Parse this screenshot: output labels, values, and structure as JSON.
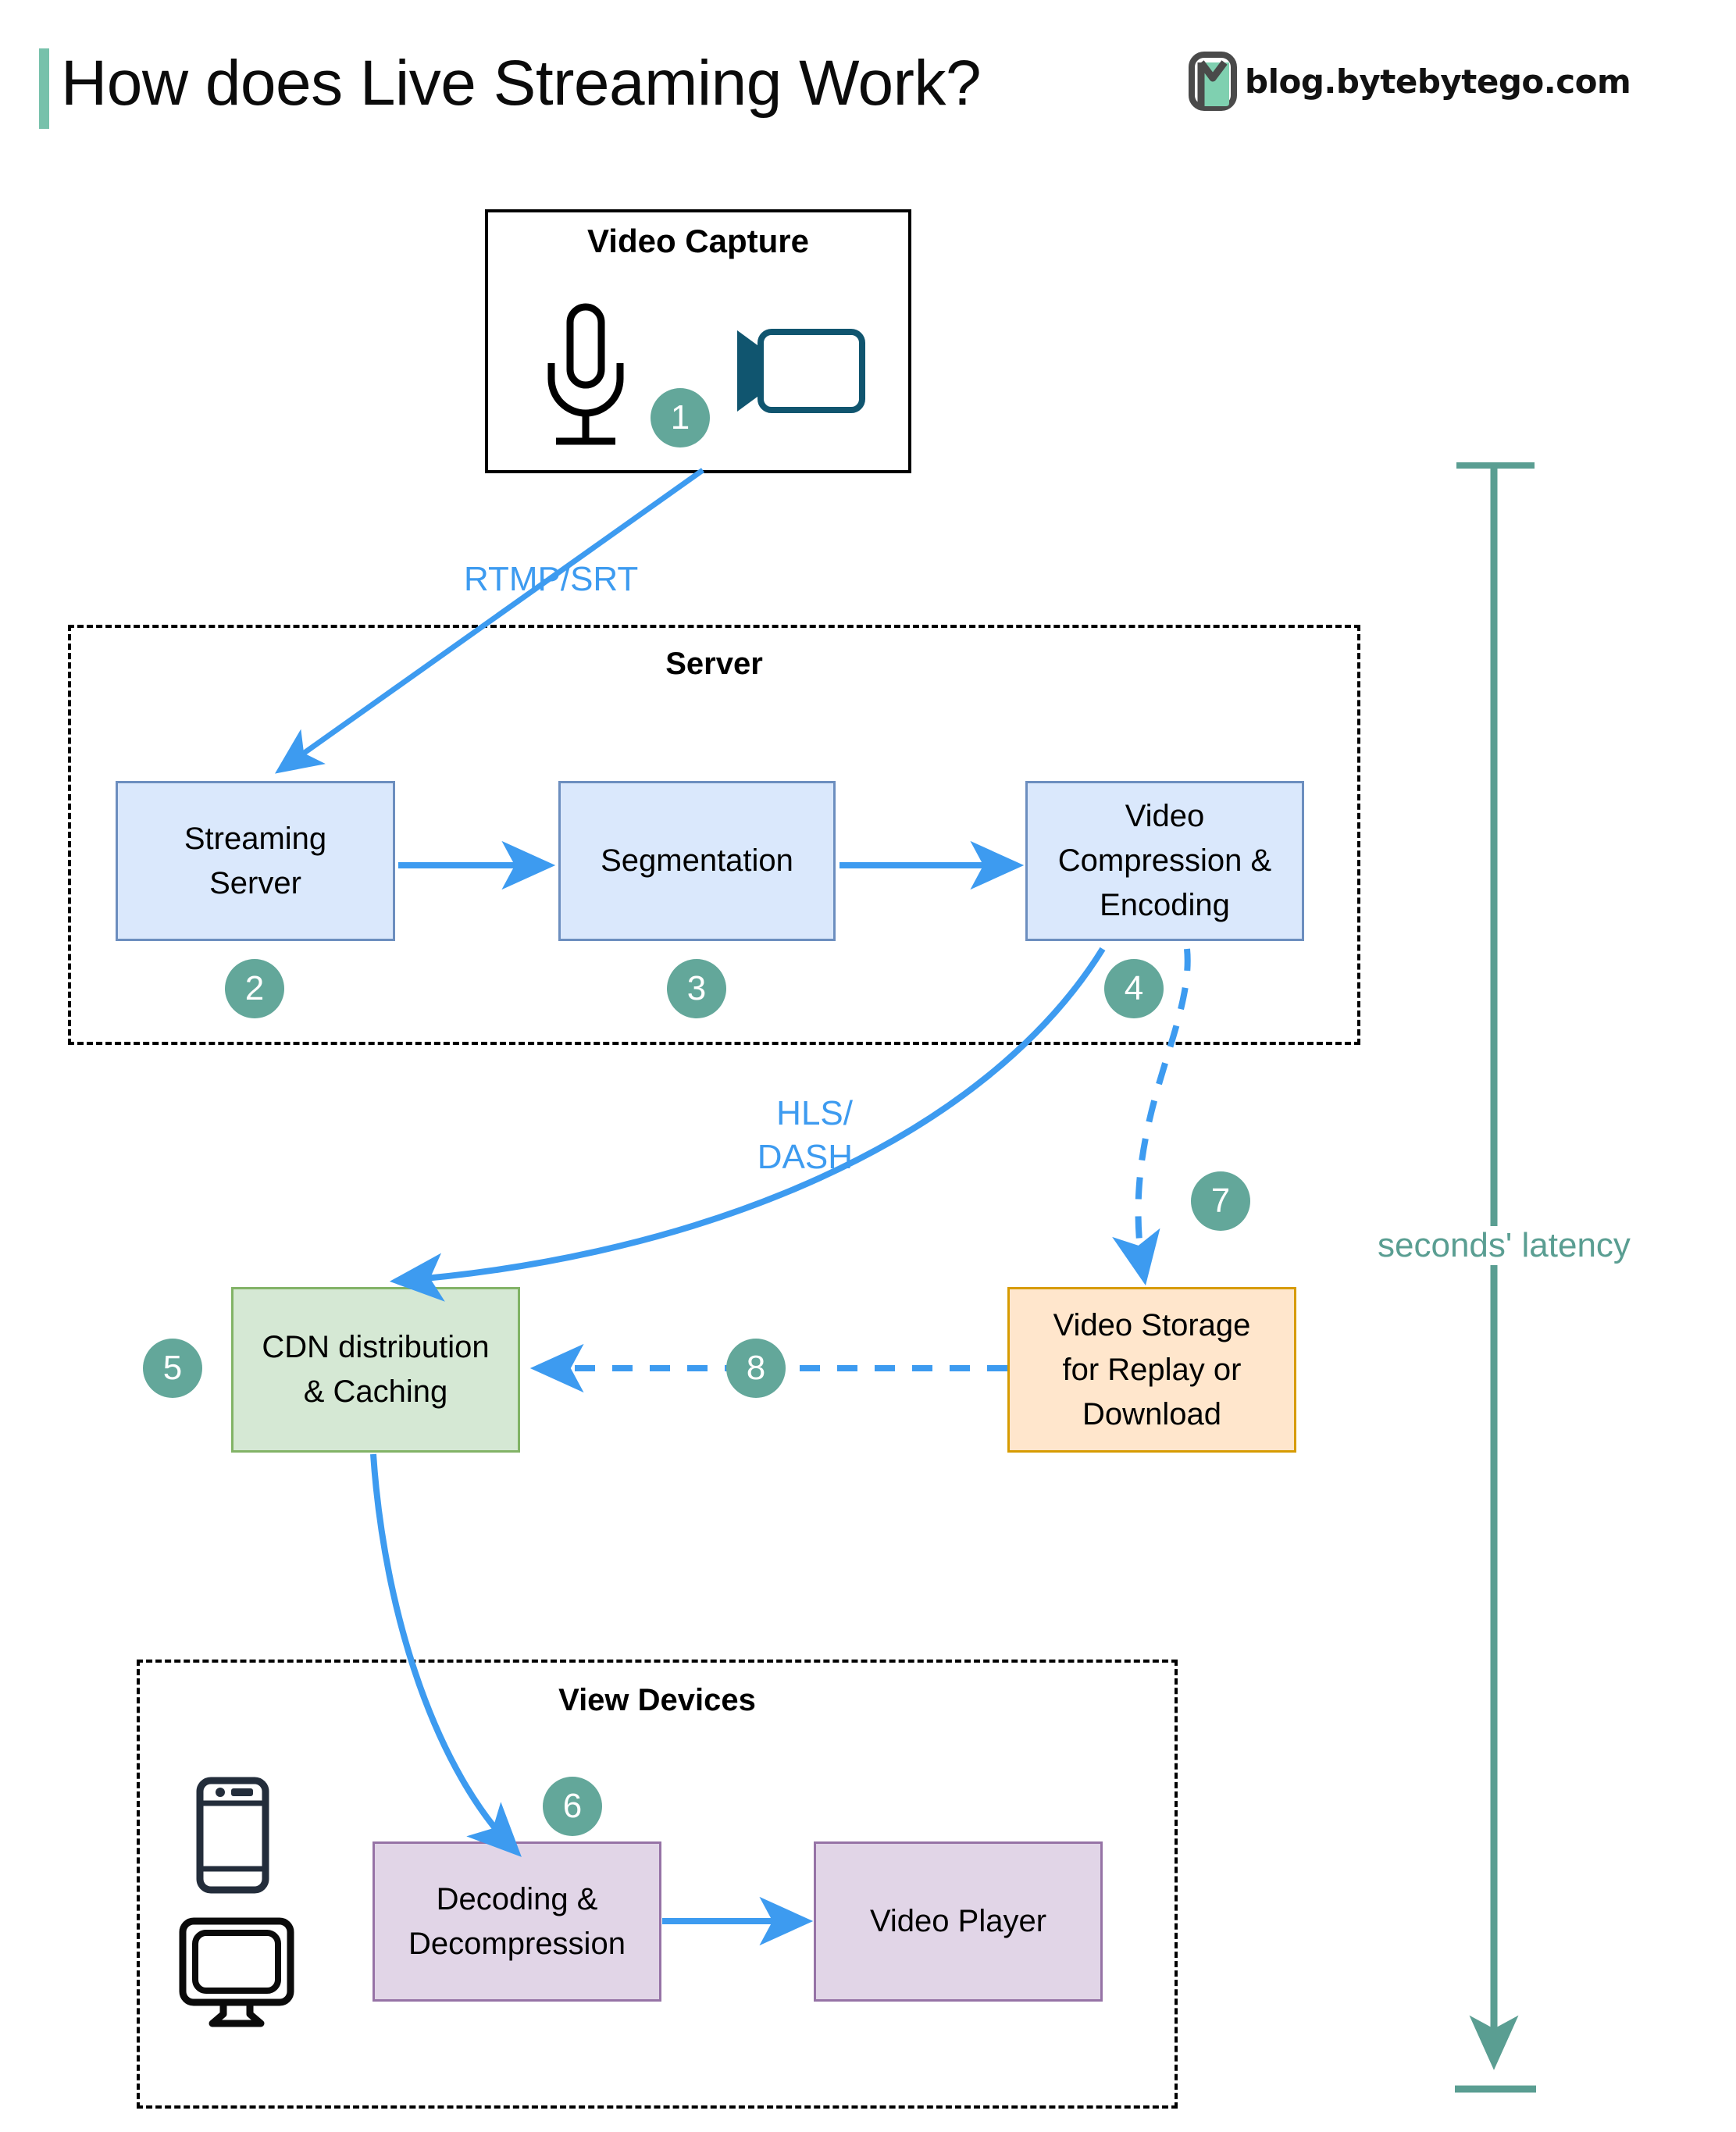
{
  "header": {
    "title": "How does Live Streaming Work?",
    "brand_text": "blog.bytebytego.com",
    "accent_color": "#77c1ab"
  },
  "colors": {
    "badge": "#63a79a",
    "arrow_blue": "#3d9bf0",
    "latency": "#5a9e92",
    "blue_fill": "#dae8fc",
    "blue_stroke": "#6c8ebf",
    "green_fill": "#d5e8d4",
    "green_stroke": "#82b366",
    "orange_fill": "#ffe6cc",
    "orange_stroke": "#d79b00",
    "purple_fill": "#e1d5e7",
    "purple_stroke": "#9673a6"
  },
  "capture": {
    "title": "Video Capture",
    "mic_icon": "microphone-icon",
    "camera_icon": "video-camera-icon"
  },
  "server_group": {
    "title": "Server",
    "nodes": [
      {
        "label": "Streaming\nServer"
      },
      {
        "label": "Segmentation"
      },
      {
        "label": "Video\nCompression &\nEncoding"
      }
    ]
  },
  "cdn": {
    "label": "CDN distribution\n& Caching"
  },
  "storage": {
    "label": "Video Storage\nfor Replay or\nDownload"
  },
  "view_devices": {
    "title": "View Devices",
    "phone_icon": "mobile-phone-icon",
    "monitor_icon": "desktop-monitor-icon",
    "nodes": [
      {
        "label": "Decoding &\nDecompression"
      },
      {
        "label": "Video Player"
      }
    ]
  },
  "edge_labels": {
    "rtmp": "RTMP/SRT",
    "hls": "HLS/\nDASH"
  },
  "latency": {
    "label": "seconds' latency"
  },
  "badges": [
    {
      "number": "1"
    },
    {
      "number": "2"
    },
    {
      "number": "3"
    },
    {
      "number": "4"
    },
    {
      "number": "5"
    },
    {
      "number": "6"
    },
    {
      "number": "7"
    },
    {
      "number": "8"
    }
  ]
}
